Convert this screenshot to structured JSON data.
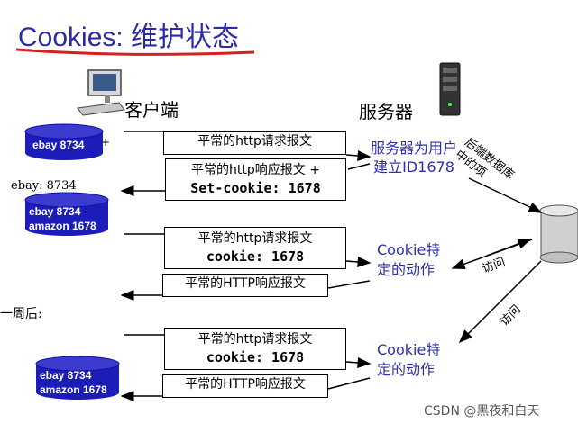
{
  "title": "Cookies: 维护状态",
  "client_label": "客户端",
  "server_label": "服务器",
  "db1": {
    "line1": "ebay 8734"
  },
  "db2_caption": "ebay: 8734",
  "db2": {
    "line1": "ebay 8734",
    "line2": "amazon 1678"
  },
  "db3": {
    "line1": "ebay 8734",
    "line2": "amazon 1678"
  },
  "week_later": "一周后:",
  "messages": [
    {
      "line1": "平常的http请求报文",
      "line2": ""
    },
    {
      "line1": "平常的http响应报文 +",
      "line2": "Set-cookie: 1678"
    },
    {
      "line1": "平常的http请求报文",
      "line2": "cookie: 1678"
    },
    {
      "line1": "平常的HTTP响应报文",
      "line2": ""
    },
    {
      "line1": "平常的http请求报文",
      "line2": "cookie: 1678"
    },
    {
      "line1": "平常的HTTP响应报文",
      "line2": ""
    }
  ],
  "server_note": {
    "line1": "服务器为用户",
    "line2": "建立ID1678"
  },
  "backend_note": {
    "line1": "后端数据库",
    "line2": "中的项"
  },
  "cookie_action_1": {
    "line1": "Cookie特",
    "line2": "定的动作"
  },
  "cookie_action_2": {
    "line1": "Cookie特",
    "line2": "定的动作"
  },
  "access_1": "访问",
  "access_2": "访问",
  "watermark": "CSDN @黑夜和白天",
  "colors": {
    "title": "#2a2aa8",
    "underline": "#d42020",
    "db_fill": "#1c1cb8",
    "note": "#2d2db0"
  }
}
